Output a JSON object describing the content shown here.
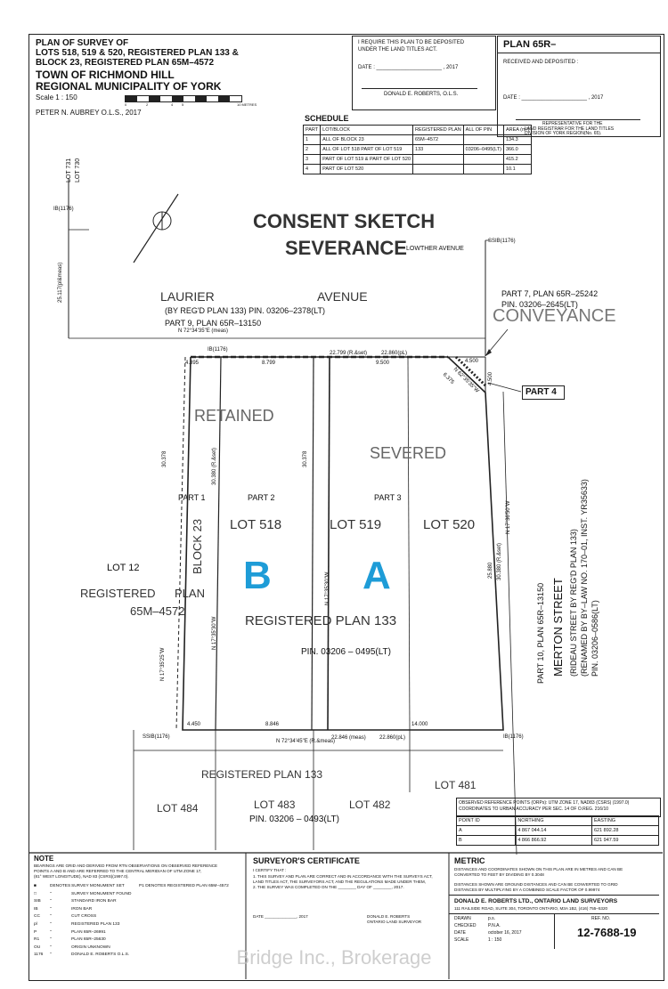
{
  "title_block": {
    "line1": "PLAN OF SURVEY OF",
    "line2": "LOTS 518, 519 & 520, REGISTERED PLAN 133 &",
    "line3": "BLOCK 23, REGISTERED PLAN 65M–4572",
    "line4": "TOWN OF RICHMOND HILL",
    "line5": "REGIONAL MUNICIPALITY OF YORK",
    "scale": "Scale   1 : 150",
    "scale_ticks": [
      "0",
      "2",
      "4",
      "5",
      "10 METRES"
    ],
    "surveyor": "PETER N. AUBREY  O.L.S.,   2017"
  },
  "deposit_block": {
    "text1": "I REQUIRE THIS PLAN TO BE DEPOSITED",
    "text2": "UNDER THE LAND TITLES ACT.",
    "date_line": "DATE :  ______________________ , 2017",
    "signer": "DONALD E. ROBERTS, O.L.S."
  },
  "plan_block": {
    "plan_no": "PLAN 65R–",
    "received": "RECEIVED AND DEPOSITED :",
    "date_line": "DATE :  ______________________ , 2017",
    "rep1": "REPRESENTATIVE FOR THE",
    "rep2": "LAND REGISTRAR FOR THE LAND TITLES",
    "rep3": "DIVISION OF YORK REGION(No. 65)."
  },
  "schedule": {
    "title": "SCHEDULE",
    "headers": [
      "PART",
      "LOT/BLOCK",
      "REGISTERED PLAN",
      "ALL OF PIN",
      "AREA (m²)"
    ],
    "rows": [
      [
        "1",
        "ALL OF BLOCK 23",
        "65M–4572",
        "",
        "134.3"
      ],
      [
        "2",
        "ALL OF LOT 518 PART OF LOT 519",
        "133",
        "03206–0495(LT)",
        "366.0"
      ],
      [
        "3",
        "PART OF LOT 519 & PART OF LOT 520",
        "",
        "",
        "415.2"
      ],
      [
        "4",
        "PART OF LOT 520",
        "",
        "",
        "10.1"
      ]
    ]
  },
  "overlay": {
    "consent": "CONSENT SKETCH",
    "severance": "SEVERANCE",
    "conveyance": "CONVEYANCE",
    "retained": "RETAINED",
    "severed": "SEVERED",
    "big_b": "B",
    "big_a": "A"
  },
  "map_labels": {
    "lowther": "LOWTHER   AVENUE",
    "laurier1": "LAURIER",
    "laurier2": "AVENUE",
    "laurier_sub": "(BY REG'D PLAN 133)  PIN. 03206–2378(LT)",
    "laurier_part": "PART 9, PLAN 65R–13150",
    "part7": "PART 7, PLAN 65R–25242",
    "part7_pin": "PIN. 03206–2645(LT)",
    "part4": "PART 4",
    "part1": "PART 1",
    "part2": "PART  2",
    "part3": "PART  3",
    "lot518": "LOT 518",
    "lot519": "LOT 519",
    "lot520": "LOT 520",
    "block23": "BLOCK 23",
    "lot12": "LOT 12",
    "registered": "REGISTERED",
    "plan": "PLAN",
    "plan_no_65m": "65M–4572",
    "reg_plan_133": "REGISTERED      PLAN           133",
    "pin_0495": "PIN.     03206 – 0495(LT)",
    "merton1": "MERTON   STREET",
    "merton2": "(RIDEAU STREET BY REG'D PLAN 133)",
    "merton3": "(RENAMED BY BY–LAW NO. 170–01, INST. YR35633)",
    "merton4": "PIN. 03206–0586(LT)",
    "part10": "PART 10, PLAN 65R–13150",
    "reg_plan_bottom": "REGISTERED              PLAN             133",
    "lot484": "LOT 484",
    "lot483": "LOT 483",
    "lot482": "LOT 482",
    "lot481": "LOT 481",
    "pin_0493": "PIN.      03206       – 0493(LT)",
    "bearing_top": "N 72°34'35\"E (meas)",
    "bearing_bottom": "N 72°34'45\"E (R.&meas)",
    "dims_top": [
      "4.395",
      "8.799",
      "22.799 (R.&set)",
      "22.860(pL)",
      "9.500",
      "4.500"
    ],
    "dims_bottom": [
      "4.450",
      "8.846",
      "22.846 (meas)",
      "22.860(pL)",
      "14.000"
    ],
    "lot_731": "LOT 731",
    "lot_730": "LOT 730",
    "side_dim": "25.117(pl&meas)",
    "brg_left": "N 17°35'25\"W",
    "brg_mid": "N 17°35'30\"W",
    "brg_right": "N 17°36'50\"W",
    "dim_30378": "30.378",
    "dim_30380": "30.380 (R.&set)",
    "dim_25880": "25.880",
    "dim_6375": "6.375",
    "brg_diag": "N 62°35'35\"W",
    "dim_4500": "4.500",
    "ib": "IB(1176)",
    "ssib": "SSIB(1176)"
  },
  "ref_table": {
    "title": "OBSERVED REFERENCE POINTS (ORPs): UTM ZONE 17, NAD83 (CSRS) (1997.0) COORDINATES TO URBAN ACCURACY PER SEC. 14 OF O.REG. 216/10",
    "headers": [
      "POINT ID",
      "NORTHING",
      "EASTING"
    ],
    "rows": [
      [
        "A",
        "4 867 044.14",
        "621 892.28"
      ],
      [
        "B",
        "4 866 866.92",
        "621 947.59"
      ]
    ]
  },
  "note": {
    "title": "NOTE",
    "text1": "BEARINGS ARE GRID AND DERIVED FROM RTN OBSERVATIONS ON OBSERVED REFERENCE",
    "text2": "POINTS A AND B AND ARE REFERRED TO THE CENTRAL MERIDIAN OF UTM ZONE 17,",
    "text3": "(81° WEST LONGITUDE), NAD 83 (CSRS)(1997.0).",
    "legend": [
      [
        "■",
        "DENOTES",
        "SURVEY MONUMENT SET",
        "P1 DENOTES  REGISTERED PLAN 65M–4572"
      ],
      [
        "□",
        "\"",
        "SURVEY MONUMENT FOUND",
        ""
      ],
      [
        "SIB",
        "\"",
        "STANDARD IRON BAR",
        ""
      ],
      [
        "IB",
        "\"",
        "IRON BAR",
        ""
      ],
      [
        "CC",
        "\"",
        "CUT CROSS",
        ""
      ],
      [
        "pl",
        "\"",
        "REGISTERED PLAN 133",
        ""
      ],
      [
        "P",
        "\"",
        "PLAN 65R–26991",
        ""
      ],
      [
        "R1",
        "\"",
        "PLAN 65R–25630",
        ""
      ],
      [
        "OU",
        "\"",
        "ORIGIN UNKNOWN",
        ""
      ],
      [
        "1176",
        "\"",
        "DONALD E. ROBERTS O.L.S.",
        ""
      ]
    ]
  },
  "certificate": {
    "title": "SURVEYOR'S CERTIFICATE",
    "line0": "I CERTIFY THAT :",
    "line1": "1. THIS SURVEY AND PLAN ARE CORRECT AND IN ACCORDANCE WITH THE SURVEYS ACT,",
    "line2": "LAND TITLES ACT, THE SURVEYORS ACT, AND THE REGULATIONS MADE UNDER THEM,",
    "line3": "2. THE SURVEY WAS COMPLETED ON THE ________ DAY OF ________, 2017.",
    "date_line": "DATE ______________, 2017",
    "sign1": "DONALD E. ROBERTS",
    "sign2": "ONTARIO LAND SURVEYOR"
  },
  "metric": {
    "title": "METRIC",
    "text1": "DISTANCES AND COORDINATES SHOWN ON THIS PLAN ARE IN METRES AND CAN BE",
    "text2": "CONVERTED TO FEET BY DIVIDING BY 0.3048",
    "text3": "DISTANCES SHOWN ARE GROUND DISTANCES AND CAN BE CONVERTED TO GRID",
    "text4": "DISTANCES BY MULTIPLYING BY A COMBINED SCALE FACTOR OF 0.99974",
    "firm": "DONALD E. ROBERTS LTD., ONTARIO LAND SURVEYORS",
    "address": "111 RAILSIDE ROAD, SUITE 304, TORONTO ONTARIO, M3A 1B2, (416) 755–5320",
    "drawn_label": "DRAWN",
    "drawn": "p.s.",
    "checked_label": "CHECKED",
    "checked": "P.N.A.",
    "date_label": "DATE",
    "date": "october 16, 2017",
    "scale_label": "SCALE",
    "scale": "1 : 150",
    "ref_label": "REF. NO.",
    "ref": "12-7688-19"
  },
  "watermark": "Bridge Inc., Brokerage"
}
